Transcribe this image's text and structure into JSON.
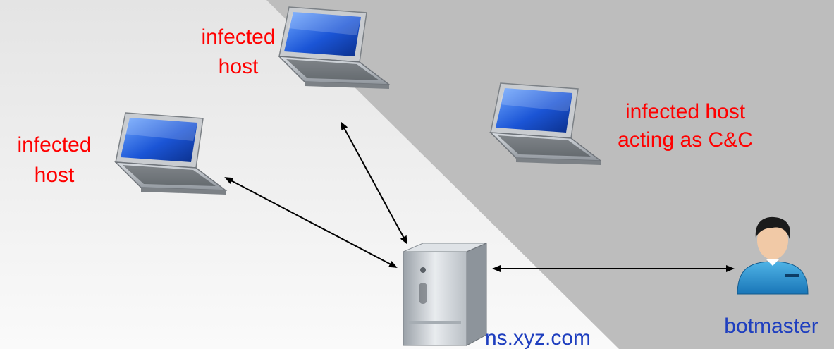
{
  "colors": {
    "label_red": "#ff0000",
    "label_blue": "#1f3fbf",
    "background_light": "#f2f2f2",
    "background_dark": "#bdbdbd",
    "arrow": "#000000"
  },
  "nodes": {
    "top_host": {
      "line1": "infected",
      "line2": "host",
      "icon": "laptop-icon"
    },
    "left_host": {
      "line1": "infected",
      "line2": "host",
      "icon": "laptop-icon"
    },
    "cc_host": {
      "line1": "infected host",
      "line2": "acting as C&C",
      "icon": "laptop-icon"
    },
    "server": {
      "label": "ns.xyz.com",
      "icon": "server-icon"
    },
    "botmaster": {
      "label": "botmaster",
      "icon": "person-icon"
    }
  },
  "connections": [
    {
      "from": "server",
      "to": "top_host",
      "style": "double-arrow"
    },
    {
      "from": "server",
      "to": "left_host",
      "style": "double-arrow"
    },
    {
      "from": "server",
      "to": "botmaster",
      "style": "double-arrow"
    }
  ]
}
